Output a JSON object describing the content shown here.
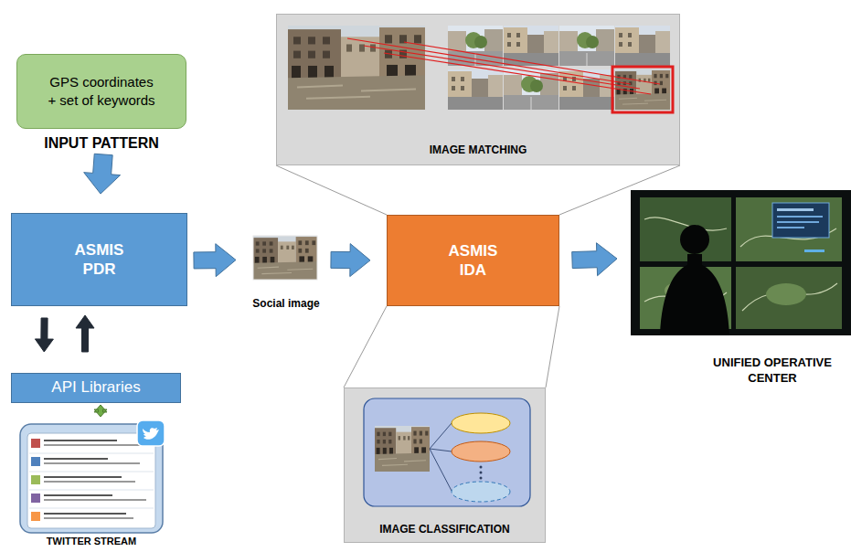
{
  "diagram": {
    "nodes": [
      {
        "text": [
          "INPUT PATTERN",
          "GPS coordinates + set of keywords"
        ]
      },
      {
        "text": [
          "ASMIS PDR"
        ]
      },
      {
        "text": [
          "API Libraries"
        ]
      },
      {
        "text": [
          "TWITTER STREAM"
        ]
      },
      {
        "text": [
          "Social image"
        ]
      },
      {
        "text": [
          "ASMIS IDA"
        ]
      },
      {
        "text": [
          "IMAGE MATCHING"
        ]
      },
      {
        "text": [
          "IMAGE CLASSIFICATION"
        ]
      },
      {
        "text": [
          "UNIFIED OPERATIVE CENTER"
        ]
      }
    ],
    "edges": [
      {
        "from": 0,
        "to": 1,
        "arrow": "to"
      },
      {
        "from": 1,
        "to": 2,
        "arrow": "to"
      },
      {
        "from": 2,
        "to": 1,
        "arrow": "to"
      },
      {
        "from": 2,
        "to": 3,
        "arrow": "both"
      },
      {
        "from": 1,
        "to": 4,
        "arrow": "to"
      },
      {
        "from": 4,
        "to": 5,
        "arrow": "to"
      },
      {
        "from": 5,
        "to": 8,
        "arrow": "to"
      },
      {
        "from": 5,
        "to": 6,
        "arrow": "none"
      },
      {
        "from": 5,
        "to": 7,
        "arrow": "none"
      }
    ]
  }
}
